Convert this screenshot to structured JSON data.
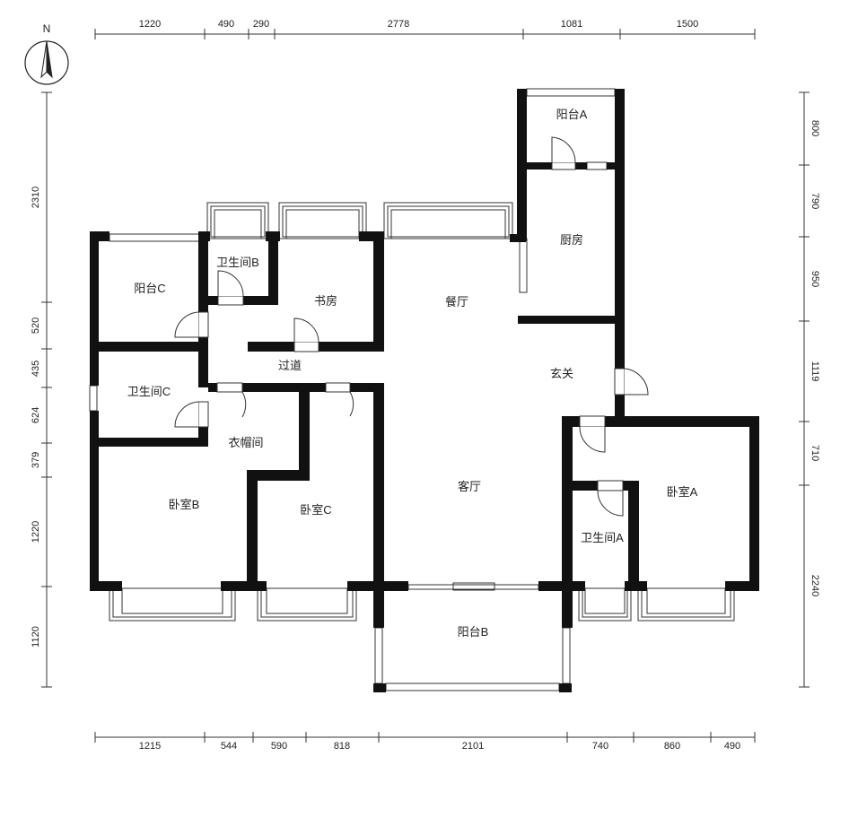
{
  "compass": {
    "label": "N"
  },
  "rooms": {
    "balcony_a": "阳台A",
    "kitchen": "厨房",
    "balcony_c": "阳台C",
    "bathroom_b": "卫生间B",
    "study": "书房",
    "dining": "餐厅",
    "corridor": "过道",
    "foyer": "玄关",
    "bathroom_c": "卫生间C",
    "cloakroom": "衣帽间",
    "bedroom_b": "卧室B",
    "bedroom_c": "卧室C",
    "living": "客厅",
    "bedroom_a": "卧室A",
    "bathroom_a": "卫生间A",
    "balcony_b": "阳台B"
  },
  "dimensions": {
    "top": [
      "1220",
      "490",
      "290",
      "2778",
      "1081",
      "1500"
    ],
    "bottom": [
      "1215",
      "544",
      "590",
      "818",
      "2101",
      "740",
      "860",
      "490"
    ],
    "left": [
      "2310",
      "520",
      "435",
      "624",
      "379",
      "1220",
      "1120"
    ],
    "right": [
      "800",
      "790",
      "950",
      "1119",
      "710",
      "2240"
    ]
  }
}
